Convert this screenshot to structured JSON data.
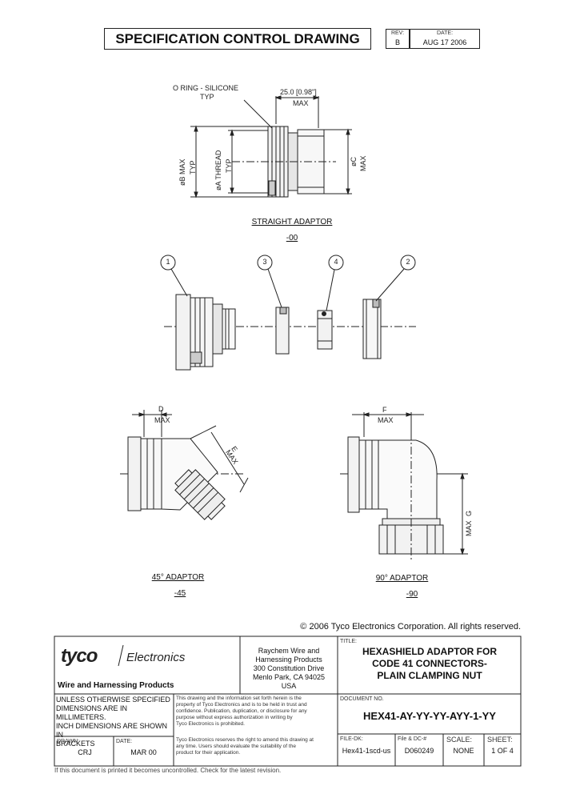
{
  "header": {
    "title": "SPECIFICATION CONTROL DRAWING",
    "rev_label": "REV:",
    "rev_value": "B",
    "date_label": "DATE:",
    "date_value": "AUG 17 2006"
  },
  "straight": {
    "oring_label": "O RING - SILICONE",
    "oring_typ": "TYP",
    "dim_length": "25.0 [0.98\"]",
    "dim_length_max": "MAX",
    "dim_b": "øB MAX",
    "dim_b_typ": "TYP",
    "dim_a": "øA THREAD",
    "dim_a_typ": "TYP",
    "dim_c": "øC",
    "dim_c_max": "MAX",
    "caption": "STRAIGHT ADAPTOR",
    "suffix": "-00"
  },
  "exploded": {
    "balloons": [
      "1",
      "3",
      "4",
      "2"
    ]
  },
  "angled45": {
    "dim_d": "D",
    "dim_d_max": "MAX",
    "dim_e": "E",
    "dim_e_max": "MAX",
    "caption": "45° ADAPTOR",
    "suffix": "-45"
  },
  "angled90": {
    "dim_f": "F",
    "dim_f_max": "MAX",
    "dim_g": "G",
    "dim_g_max": "MAX",
    "caption": "90° ADAPTOR",
    "suffix": "-90"
  },
  "copyright": "© 2006 Tyco Electronics Corporation.  All rights reserved.",
  "titleblock": {
    "logo_tyco": "tyco",
    "logo_electronics": "Electronics",
    "division": "Wire and Harnessing Products",
    "address": [
      "Raychem Wire and",
      "Harnessing Products",
      "300 Constitution Drive",
      "Menlo Park, CA  94025",
      "USA"
    ],
    "title_label": "TITLE:",
    "title_lines": [
      "HEXASHIELD ADAPTOR FOR",
      "CODE 41 CONNECTORS-",
      "PLAIN CLAMPING NUT"
    ],
    "units_note": [
      "UNLESS OTHERWISE SPECIFIED",
      "DIMENSIONS ARE IN",
      "MILLIMETERS.",
      "INCH DIMENSIONS ARE SHOWN IN",
      "BRACKETS"
    ],
    "prop_note": [
      "This drawing and the information set forth herein is the",
      "property of Tyco Electronics and is to be held in trust and",
      "confidence. Publication, duplication, or disclosure for any",
      "purpose without express authorization in writing by",
      "Tyco Electronics is prohibited."
    ],
    "doc_label": "DOCUMENT NO.",
    "doc_value": "HEX41-AY-YY-YY-AYY-1-YY",
    "drawn_label": "DRAWN:",
    "drawn_value": "CRJ",
    "date_label": "DATE:",
    "date_value": "MAR 00",
    "rights_note": [
      "Tyco Electronics reserves the right to amend this drawing at",
      "any time. Users should evaluate the suitability of the",
      "product for their application."
    ],
    "file_label": "FILE-DK:",
    "file_value": "Hex41-1scd-us",
    "dcr_label": "File & DC-#",
    "dcr_value": "D060249",
    "scale_label": "SCALE:",
    "scale_value": "NONE",
    "sheet_label": "SHEET:",
    "sheet_value": "1 OF 4"
  },
  "footer_note": "If this document is printed it becomes uncontrolled.  Check for the latest revision."
}
